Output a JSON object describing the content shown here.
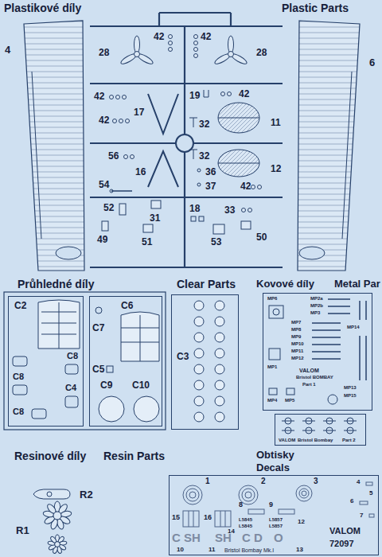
{
  "diagram": {
    "nodes": [
      {
        "text": [
          "C2",
          "C8",
          "C8",
          "C4",
          "C8"
        ]
      },
      {
        "text": [
          "C6",
          "C7",
          "C5",
          "C9",
          "C10"
        ]
      },
      {
        "text": [
          "C3"
        ]
      },
      {
        "text": [
          "MP6",
          "MP2a",
          "MP2b",
          "MP3",
          "MP7",
          "MP8",
          "MP9",
          "MP10",
          "MP11",
          "MP12",
          "MP1",
          "MP14",
          "MP13",
          "MP15",
          "MP4",
          "MP5",
          "VALOM",
          "Bristol BOMBAY",
          "Part 1"
        ]
      },
      {
        "text": [
          "VALOM",
          "Bristol Bombay",
          "Part 2"
        ]
      },
      {
        "text": [
          "1",
          "2",
          "3",
          "4",
          "5",
          "6",
          "7",
          "15",
          "16",
          "8",
          "9",
          "L5845",
          "L5845",
          "14",
          "L5857",
          "L5857",
          "12",
          "C SH",
          "SH",
          "C D",
          "O",
          "10",
          "11",
          "13",
          "Bristol Bombay Mk.I",
          "VALOM",
          "72097"
        ]
      }
    ],
    "labels": [
      "Plastikové díly",
      "Plastic Parts",
      "4",
      "6",
      "42",
      "42",
      "28",
      "28",
      "42",
      "42",
      "19",
      "17",
      "42",
      "11",
      "32",
      "32",
      "12",
      "56",
      "16",
      "36",
      "54",
      "37",
      "42",
      "52",
      "31",
      "18",
      "33",
      "49",
      "51",
      "53",
      "50",
      "Průhledné díly",
      "Clear Parts",
      "Kovové díly",
      "Metal Par",
      "Resinové díly",
      "Resin Parts",
      "R2",
      "R1",
      "Obtisky",
      "Decals"
    ]
  }
}
